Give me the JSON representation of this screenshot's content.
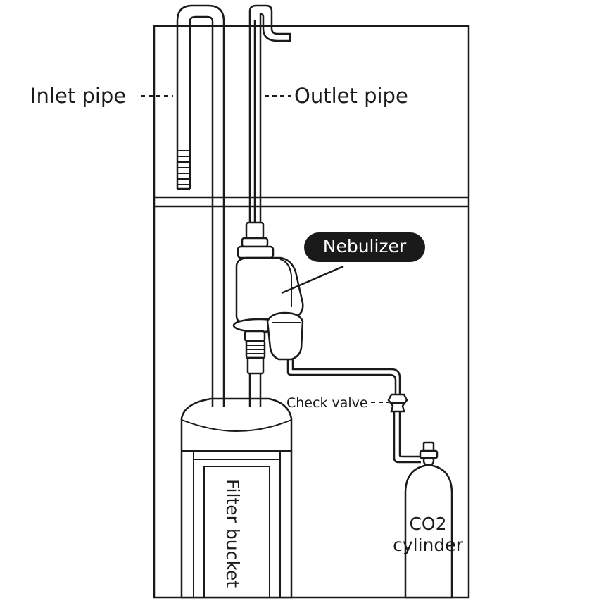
{
  "labels": {
    "inlet_pipe": "Inlet pipe",
    "outlet_pipe": "Outlet pipe",
    "nebulizer": "Nebulizer",
    "check_valve": "Check valve",
    "co2_line1": "CO2",
    "co2_line2": "cylinder",
    "filter_bucket": "Filter bucket"
  },
  "colors": {
    "ink": "#1a1a1a",
    "badge_bg": "#1a1a1a",
    "badge_text": "#ffffff",
    "background": "#ffffff"
  }
}
